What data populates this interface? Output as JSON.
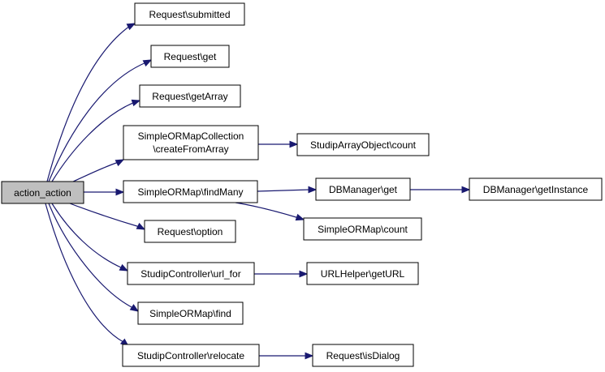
{
  "graph": {
    "colors": {
      "root_fill": "#bfbfbf",
      "node_fill": "#ffffff",
      "border": "#000000",
      "edge": "#191970"
    },
    "nodes": {
      "root": {
        "label": "action_action"
      },
      "submitted": {
        "label": "Request\\submitted"
      },
      "req_get": {
        "label": "Request\\get"
      },
      "getarray": {
        "label": "Request\\getArray"
      },
      "createfromarray": {
        "lines": [
          "SimpleORMapCollection",
          "\\createFromArray"
        ]
      },
      "findmany": {
        "label": "SimpleORMap\\findMany"
      },
      "option": {
        "label": "Request\\option"
      },
      "url_for": {
        "label": "StudipController\\url_for"
      },
      "find": {
        "label": "SimpleORMap\\find"
      },
      "relocate": {
        "label": "StudipController\\relocate"
      },
      "studip_count": {
        "label": "StudipArrayObject\\count"
      },
      "db_get": {
        "label": "DBManager\\get"
      },
      "getinstance": {
        "label": "DBManager\\getInstance"
      },
      "orm_count": {
        "label": "SimpleORMap\\count"
      },
      "geturl": {
        "label": "URLHelper\\getURL"
      },
      "isdialog": {
        "label": "Request\\isDialog"
      }
    },
    "edges": [
      [
        "root",
        "submitted"
      ],
      [
        "root",
        "req_get"
      ],
      [
        "root",
        "getarray"
      ],
      [
        "root",
        "createfromarray"
      ],
      [
        "root",
        "findmany"
      ],
      [
        "root",
        "option"
      ],
      [
        "root",
        "url_for"
      ],
      [
        "root",
        "find"
      ],
      [
        "root",
        "relocate"
      ],
      [
        "createfromarray",
        "studip_count"
      ],
      [
        "findmany",
        "db_get"
      ],
      [
        "findmany",
        "orm_count"
      ],
      [
        "db_get",
        "getinstance"
      ],
      [
        "url_for",
        "geturl"
      ],
      [
        "relocate",
        "isdialog"
      ]
    ]
  }
}
